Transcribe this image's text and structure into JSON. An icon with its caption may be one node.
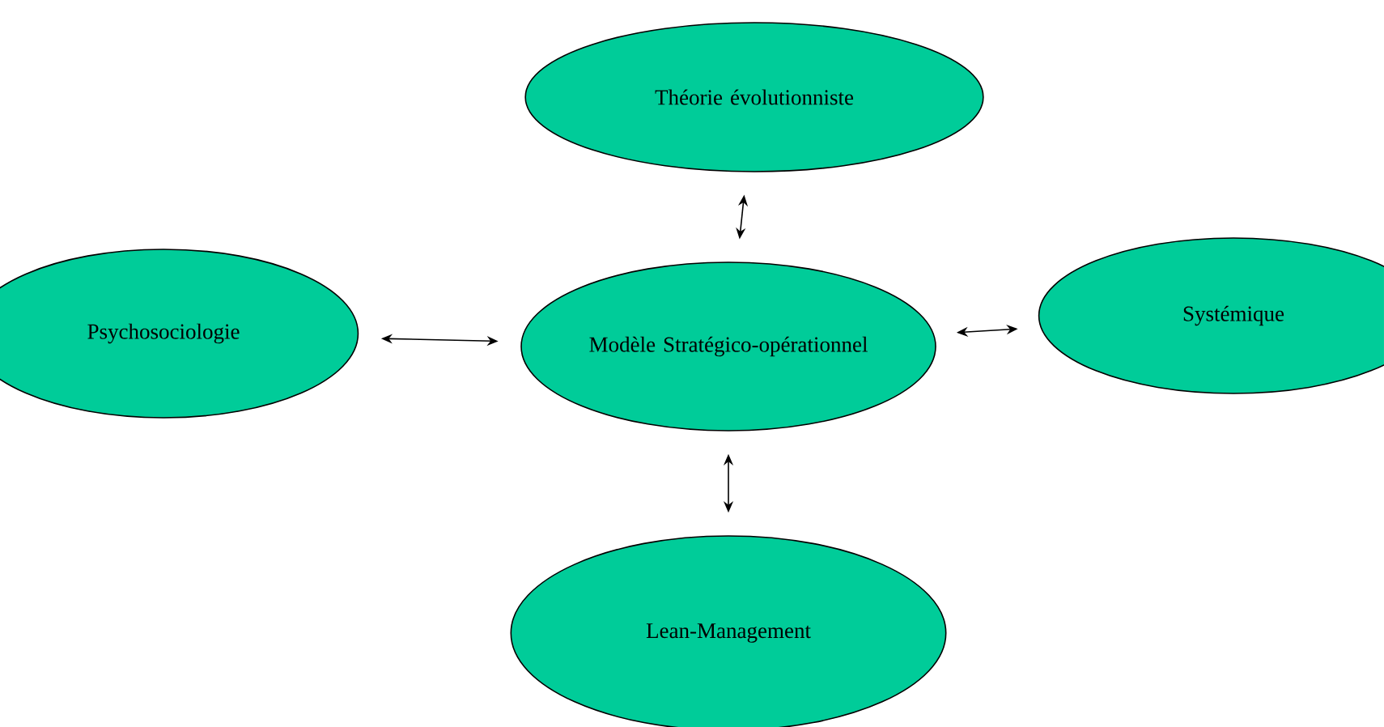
{
  "diagram": {
    "nodes": [
      {
        "text": [
          "Théorie évolutionniste"
        ]
      },
      {
        "text": [
          "Psychosociologie"
        ]
      },
      {
        "text": [
          "Modèle Stratégico-opérationnel"
        ]
      },
      {
        "text": [
          "Systémique"
        ]
      },
      {
        "text": [
          "Lean-Management"
        ]
      }
    ],
    "edges": [
      {
        "from": 0,
        "to": 2,
        "arrow": "both"
      },
      {
        "from": 1,
        "to": 2,
        "arrow": "both"
      },
      {
        "from": 2,
        "to": 3,
        "arrow": "both"
      },
      {
        "from": 2,
        "to": 4,
        "arrow": "both"
      }
    ]
  }
}
